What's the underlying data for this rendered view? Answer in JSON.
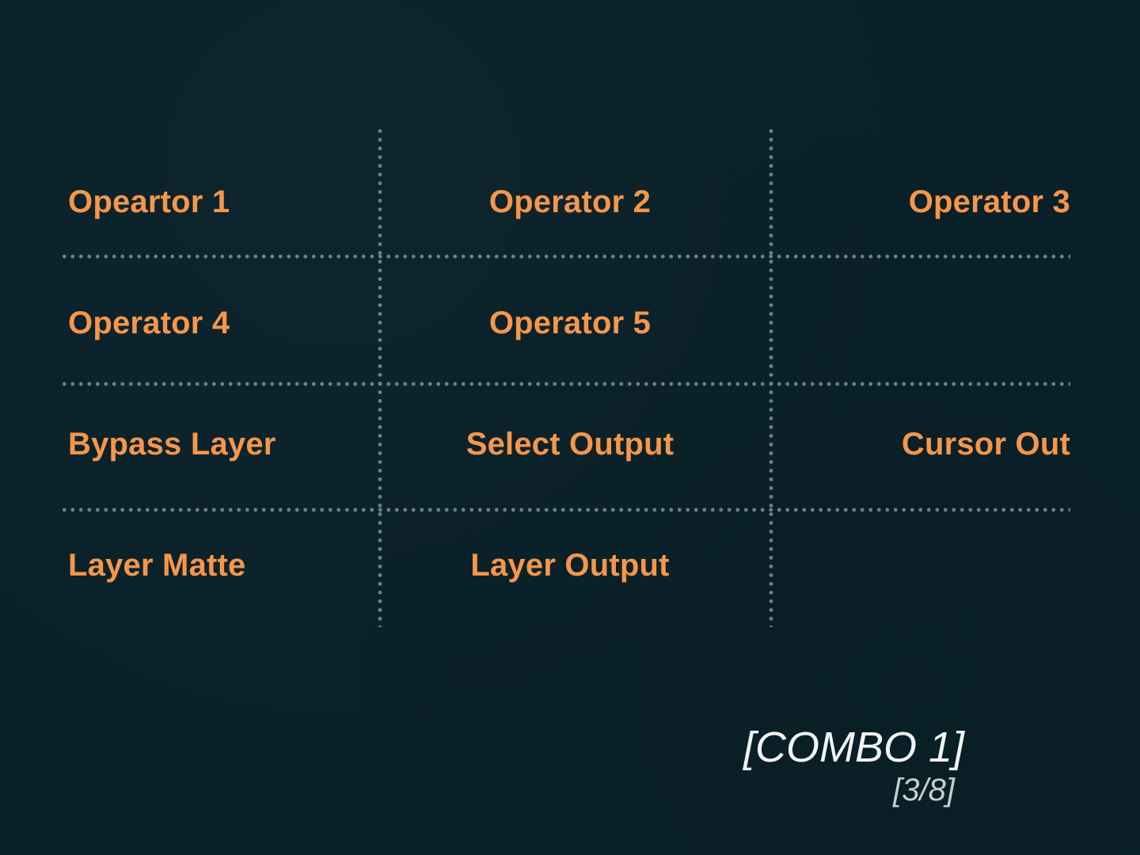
{
  "grid": {
    "rows": [
      {
        "cells": [
          "Opeartor 1",
          "Operator 2",
          "Operator 3"
        ]
      },
      {
        "cells": [
          "Operator 4",
          "Operator 5",
          ""
        ]
      },
      {
        "cells": [
          "Bypass Layer",
          "Select Output",
          "Cursor Out"
        ]
      },
      {
        "cells": [
          "Layer Matte",
          "Layer Output",
          ""
        ]
      }
    ]
  },
  "combo": {
    "title": "[COMBO 1]",
    "page": "[3/8]"
  },
  "colors": {
    "background": "#0a2129",
    "label": "#f6964a",
    "divider": "#6b8088",
    "title": "#f1f3f4"
  }
}
